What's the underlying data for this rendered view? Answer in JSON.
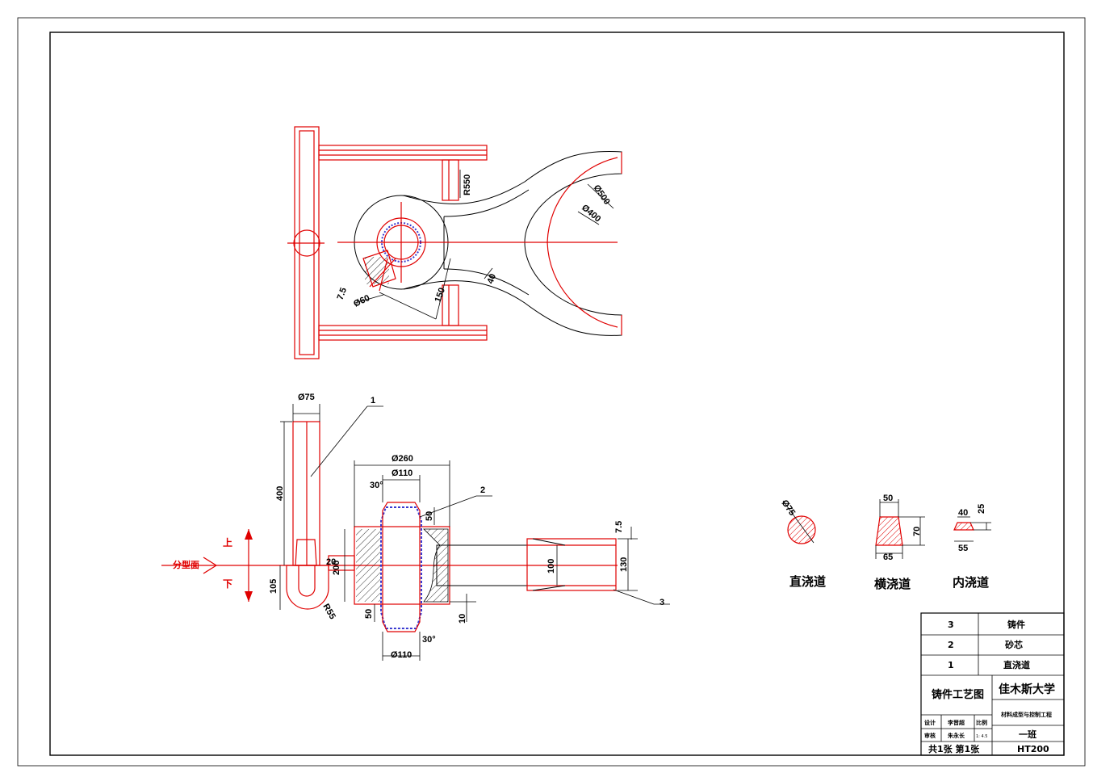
{
  "top_view": {
    "dims": {
      "r550": "R550",
      "d500": "Ø500",
      "d400": "Ø400",
      "d60": "Ø60",
      "d7_5": "7.5",
      "d150": "150",
      "d40": "40"
    }
  },
  "section_view": {
    "dims": {
      "d75": "Ø75",
      "h400": "400",
      "h105": "105",
      "r55": "R55",
      "w20": "20",
      "h200": "200",
      "d260": "Ø260",
      "d110_top": "Ø110",
      "d110_bot": "Ø110",
      "ang_top": "30°",
      "ang_bot": "30°",
      "h50_top": "50",
      "h50_bot": "50",
      "h7_5": "7.5",
      "h100": "100",
      "h130": "130",
      "h10": "10"
    },
    "parting_label": "分型面",
    "up_label": "上",
    "down_label": "下",
    "callouts": {
      "c1": "1",
      "c2": "2",
      "c3": "3"
    }
  },
  "gating_sections": {
    "sprue": {
      "dim": "Ø75",
      "title": "直浇道"
    },
    "runner": {
      "top": "50",
      "bottom": "65",
      "height": "70",
      "title": "横浇道"
    },
    "ingate": {
      "top": "40",
      "bottom": "55",
      "height": "25",
      "title": "内浇道"
    }
  },
  "title_block": {
    "parts": [
      {
        "no": "3",
        "name": "铸件"
      },
      {
        "no": "2",
        "name": "砂芯"
      },
      {
        "no": "1",
        "name": "直浇道"
      }
    ],
    "drawing_title": "铸件工艺图",
    "school": "佳木斯大学",
    "major": "材料成型与控制工程",
    "design_label": "设计",
    "designer": "李晋超",
    "scale_label": "比例",
    "review_label": "审核",
    "reviewer": "朱永长",
    "scale_value": "1: 4.5",
    "class_name": "一班",
    "sheets": "共1张 第1张",
    "material": "HT200"
  },
  "colors": {
    "outline": "#e00000",
    "core": "#3a3ad0",
    "dim": "#000000"
  }
}
